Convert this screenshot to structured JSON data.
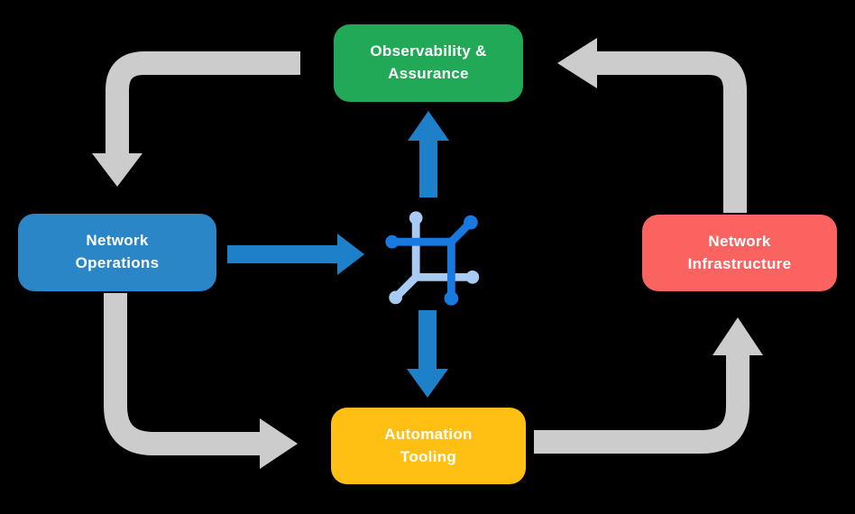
{
  "colors": {
    "background": "#000000",
    "label_text": "#FFFFFF",
    "cycle_arrow_gray": "#CCCCCC",
    "flow_arrow_blue": "#1D80C9",
    "icon_dark_blue": "#1879E0",
    "icon_light_blue": "#A8CBF4"
  },
  "diagram": {
    "nodes": {
      "observability": {
        "lines": [
          "Observability &",
          "Assurance"
        ],
        "color": "#21A957"
      },
      "operations": {
        "lines": [
          "Network",
          "Operations"
        ],
        "color": "#2B86C7"
      },
      "infrastructure": {
        "lines": [
          "Network",
          "Infrastructure"
        ],
        "color": "#FA6360"
      },
      "automation": {
        "lines": [
          "Automation",
          "Tooling"
        ],
        "color": "#FFC013"
      }
    },
    "center_icon": "network-mesh-icon",
    "edges": [
      {
        "from": "Observability & Assurance",
        "to": "Network Operations",
        "style": "gray-cycle"
      },
      {
        "from": "Network Operations",
        "to": "Automation Tooling",
        "style": "gray-cycle"
      },
      {
        "from": "Automation Tooling",
        "to": "Network Infrastructure",
        "style": "gray-cycle"
      },
      {
        "from": "Network Infrastructure",
        "to": "Observability & Assurance",
        "style": "gray-cycle"
      },
      {
        "from": "Network Operations",
        "to": "center-icon",
        "style": "blue-flow"
      },
      {
        "from": "center-icon",
        "to": "Observability & Assurance",
        "style": "blue-flow"
      },
      {
        "from": "center-icon",
        "to": "Automation Tooling",
        "style": "blue-flow"
      }
    ]
  }
}
